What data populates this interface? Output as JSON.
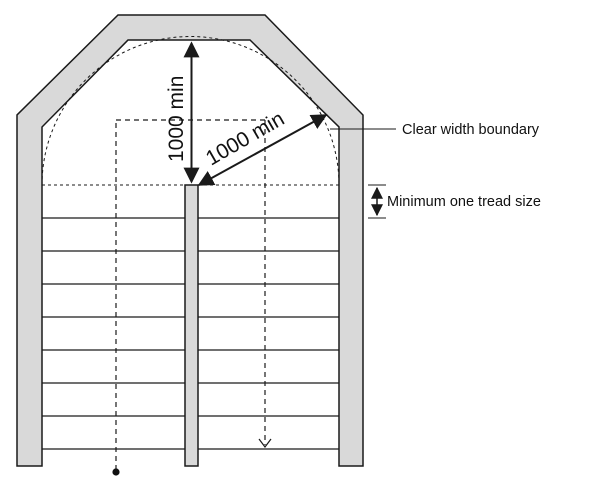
{
  "diagram": {
    "annotations": {
      "radius_label": "1000 min",
      "vertical_label": "1000 min",
      "clear_width_boundary": "Clear width boundary",
      "tread_note": "Minimum one tread size"
    },
    "colors": {
      "wall_fill": "#d9d9d9",
      "stroke": "#1a1a1a"
    },
    "structure": {
      "tread_count": 8,
      "walking_line_left": "upward dashed line starting from a dot at the bottom",
      "walking_line_right": "downward dashed line ending in an arrowhead"
    }
  }
}
